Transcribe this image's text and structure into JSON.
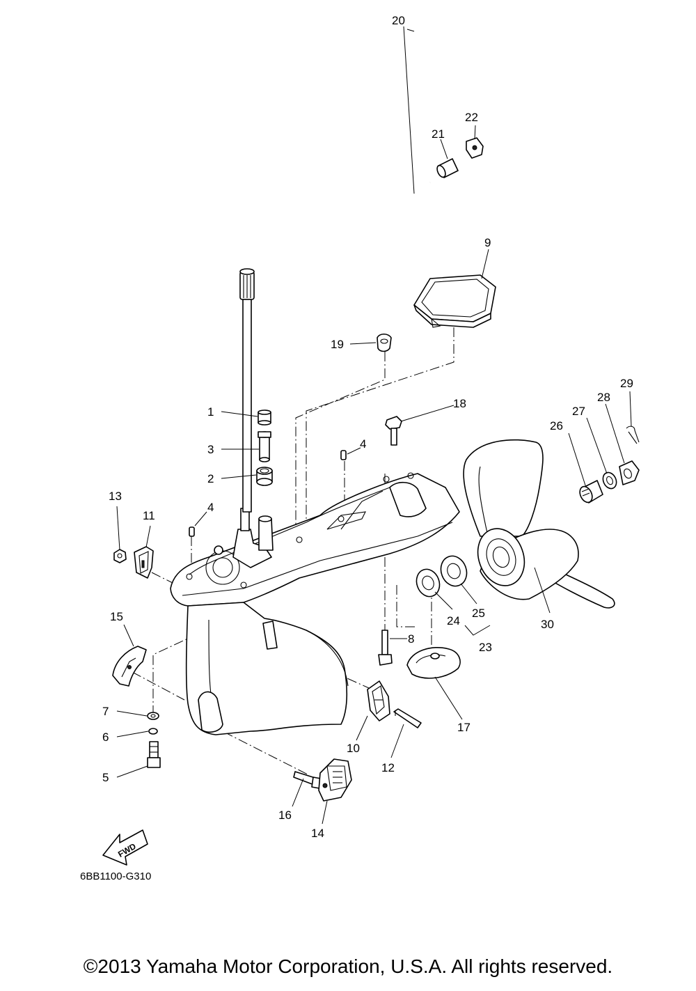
{
  "diagram": {
    "code": "6BB1100-G310",
    "fwd_label": "FWD",
    "callouts": {
      "c1": "1",
      "c2": "2",
      "c3": "3",
      "c4a": "4",
      "c4b": "4",
      "c5": "5",
      "c6": "6",
      "c7": "7",
      "c8": "8",
      "c9": "9",
      "c10": "10",
      "c11": "11",
      "c12": "12",
      "c13": "13",
      "c14": "14",
      "c15": "15",
      "c16": "16",
      "c17": "17",
      "c18": "18",
      "c19": "19",
      "c20": "20",
      "c21": "21",
      "c22": "22",
      "c23": "23",
      "c24": "24",
      "c25": "25",
      "c26": "26",
      "c27": "27",
      "c28": "28",
      "c29": "29",
      "c30": "30"
    }
  },
  "footer": {
    "copyright": "©2013 Yamaha Motor Corporation, U.S.A. All rights reserved."
  }
}
